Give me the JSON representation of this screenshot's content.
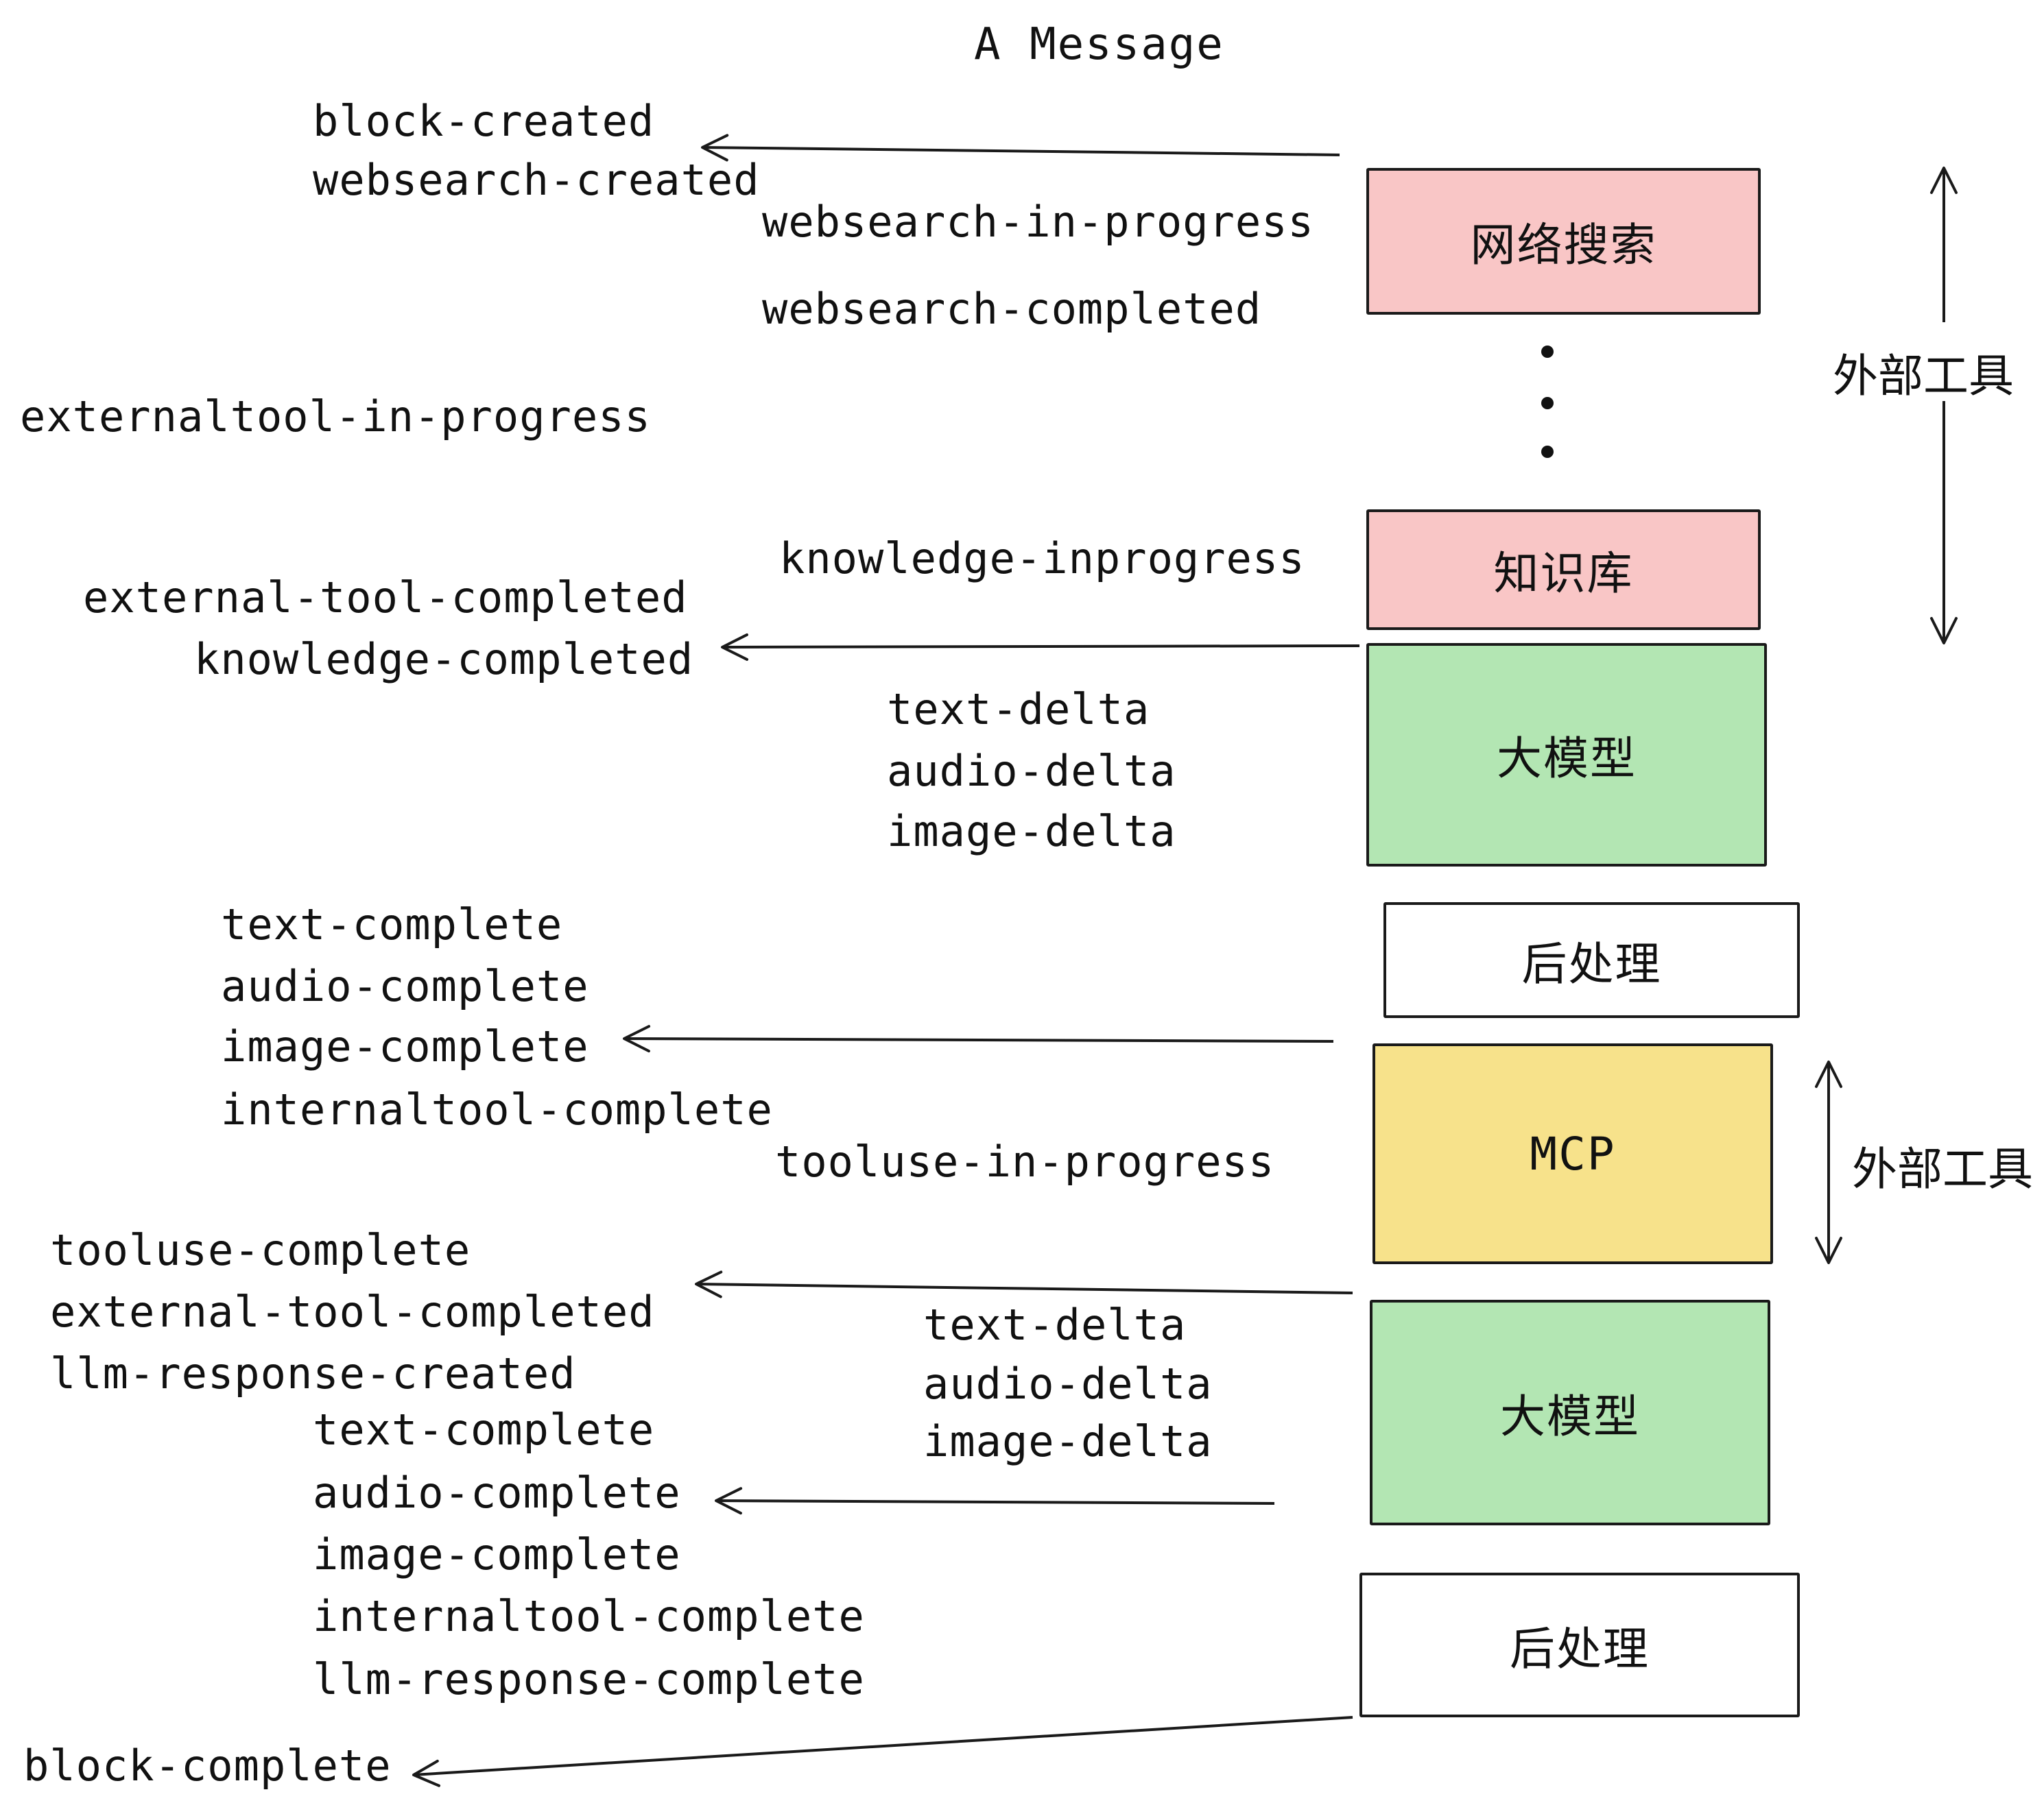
{
  "title": "A Message",
  "events": {
    "block_created": "block-created",
    "websearch_created": "websearch-created",
    "websearch_in_progress": "websearch-in-progress",
    "websearch_completed": "websearch-completed",
    "externaltool_in_progress": "externaltool-in-progress",
    "knowledge_inprogress": "knowledge-inprogress",
    "external_tool_completed": "external-tool-completed",
    "knowledge_completed": "knowledge-completed",
    "text_delta": "text-delta",
    "audio_delta": "audio-delta",
    "image_delta": "image-delta",
    "text_complete": "text-complete",
    "audio_complete": "audio-complete",
    "image_complete": "image-complete",
    "internaltool_complete": "internaltool-complete",
    "tooluse_in_progress": "tooluse-in-progress",
    "tooluse_complete": "tooluse-complete",
    "llm_response_created": "llm-response-created",
    "llm_response_complete": "llm-response-complete",
    "block_complete": "block-complete"
  },
  "boxes": {
    "websearch": "网络搜索",
    "knowledge": "知识库",
    "llm": "大模型",
    "postprocess": "后处理",
    "mcp": "MCP"
  },
  "side_labels": {
    "external_tools": "外部工具"
  },
  "colors": {
    "pink": "#f9c6c6",
    "green": "#b3e6b3",
    "yellow": "#f7e28b",
    "white": "#ffffff",
    "line": "#1a1a1a"
  }
}
